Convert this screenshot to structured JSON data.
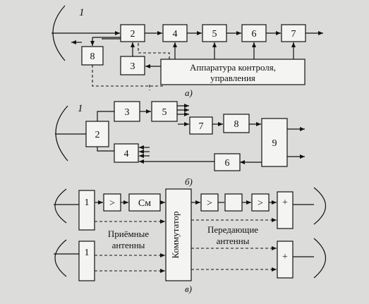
{
  "panel_a": {
    "antenna_number": "1",
    "blocks": [
      "2",
      "4",
      "5",
      "6",
      "7",
      "8",
      "3"
    ],
    "control_box_line1": "Аппаратура контроля,",
    "control_box_line2": "управления",
    "caption": "а)"
  },
  "panel_b": {
    "antenna_number": "1",
    "blocks": [
      "2",
      "3",
      "5",
      "7",
      "8",
      "9",
      "4",
      "6"
    ],
    "caption": "б)"
  },
  "panel_c": {
    "block_1_top": "1",
    "block_1_bottom": "1",
    "amp_symbol": ">",
    "mixer_label": "См",
    "commutator_label": "Коммутатор",
    "plus_symbol": "+",
    "rx_label_line1": "Приёмные",
    "rx_label_line2": "антенны",
    "tx_label_line1": "Передающие",
    "tx_label_line2": "антенны",
    "caption": "в)"
  }
}
